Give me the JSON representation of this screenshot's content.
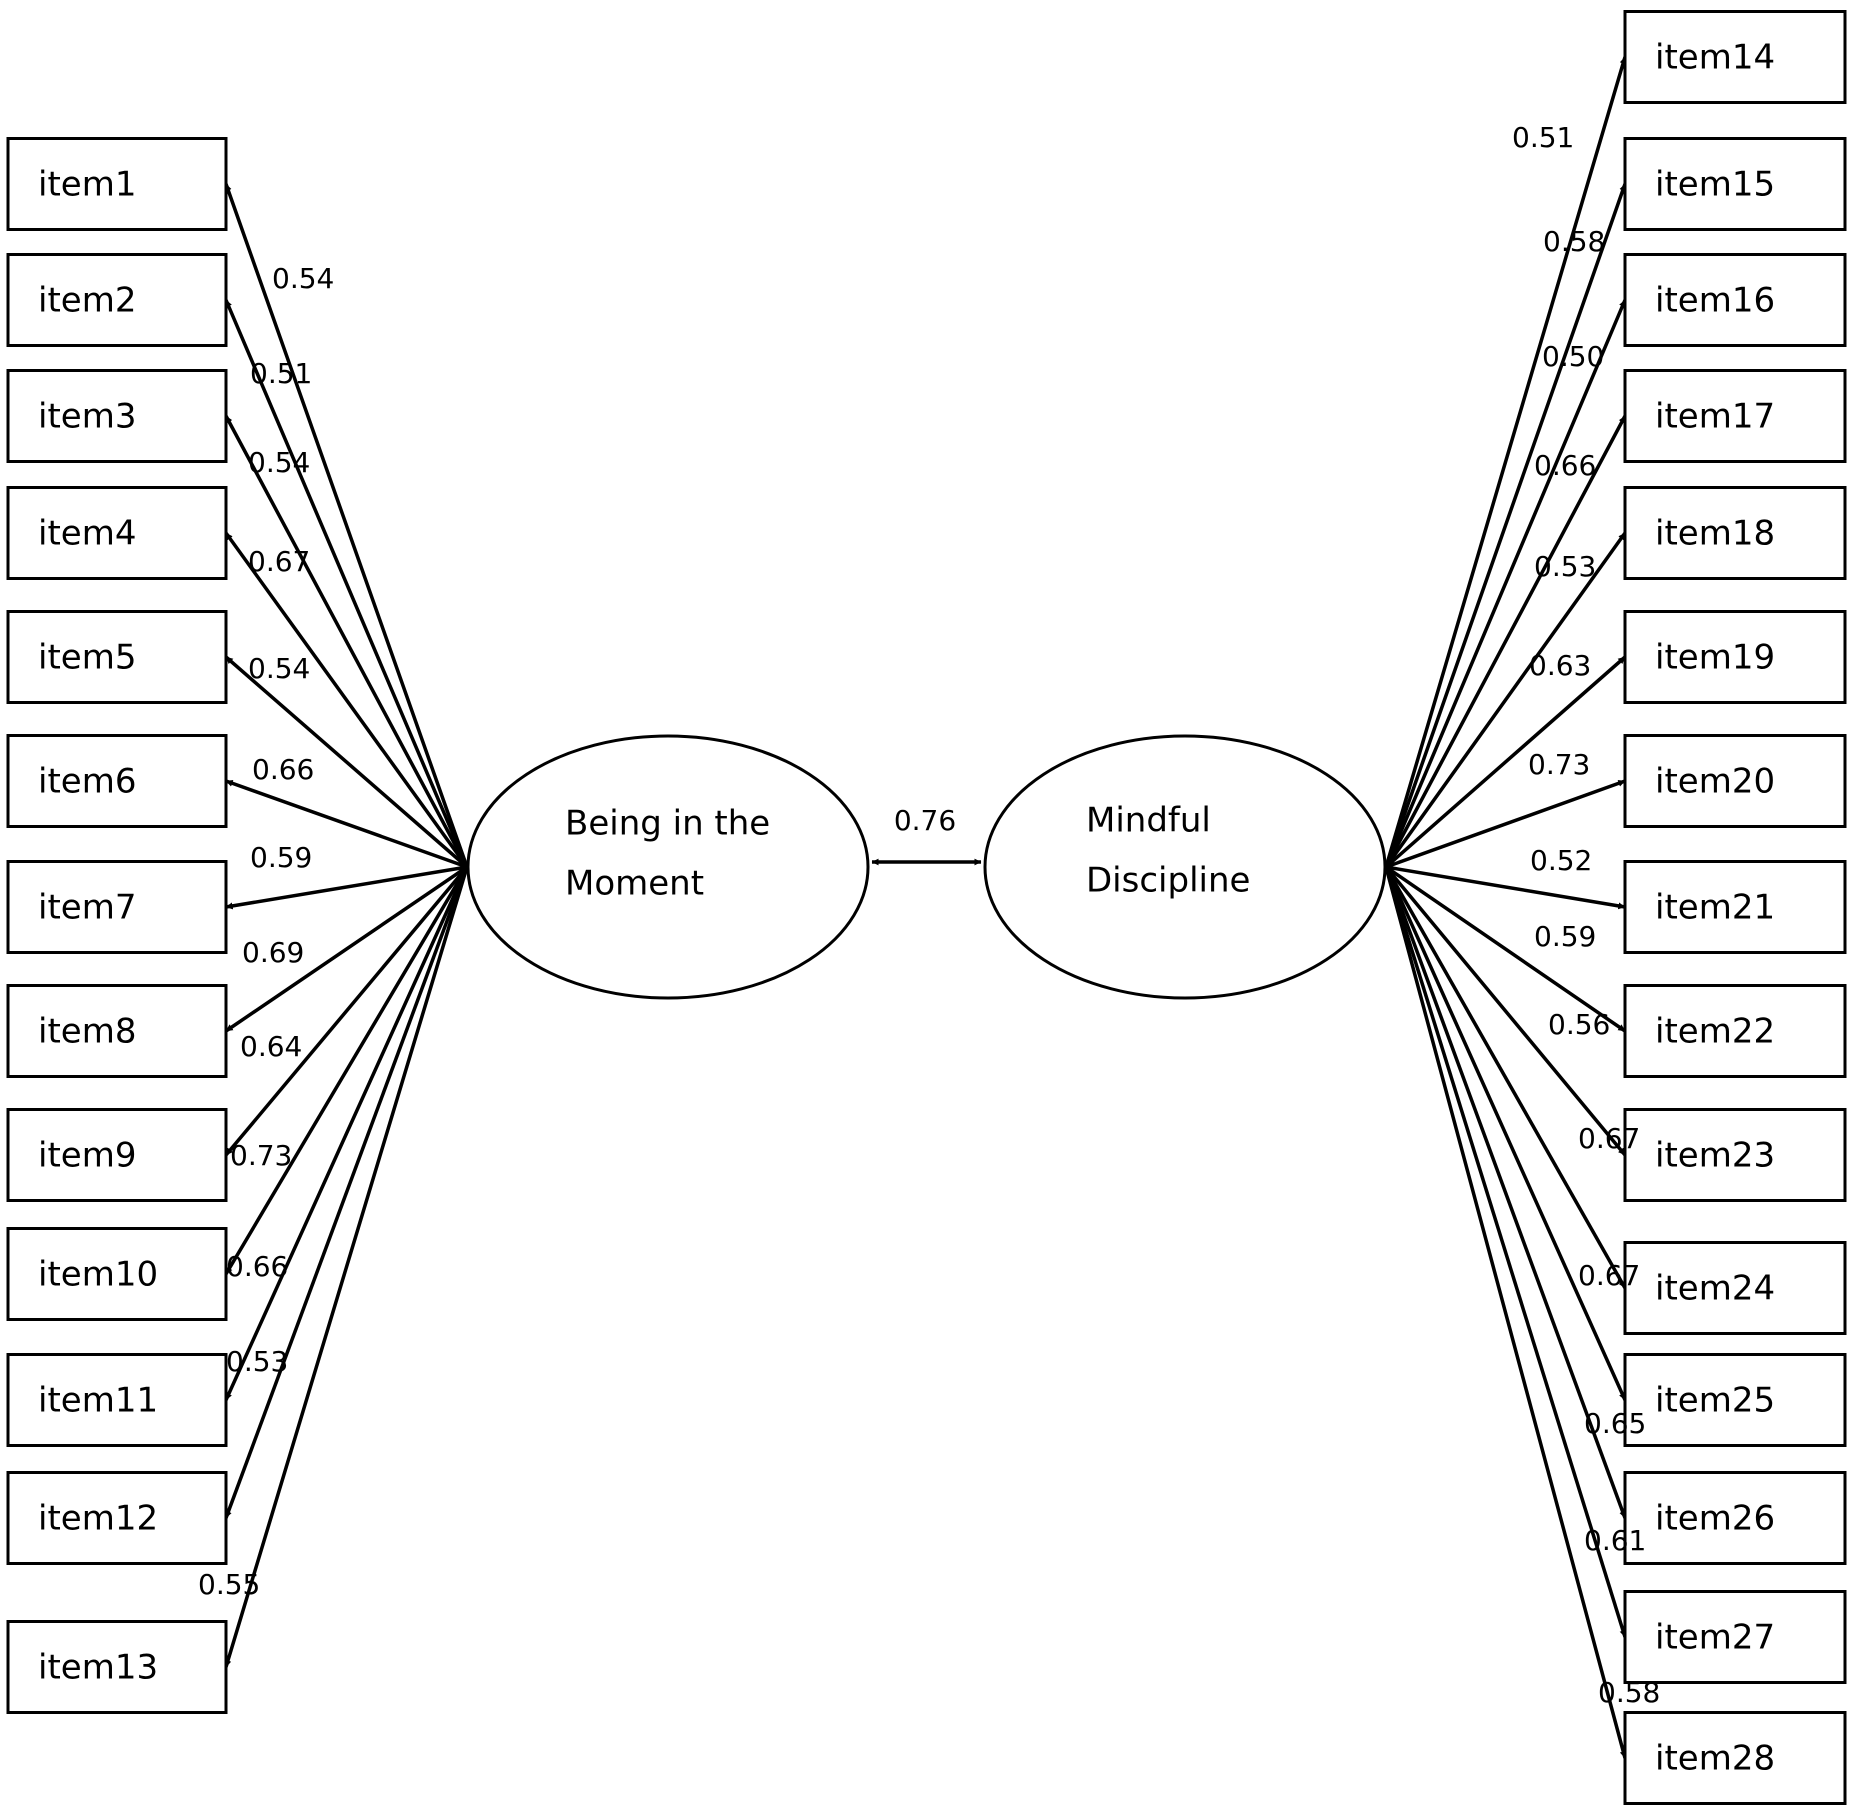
{
  "factors": [
    {
      "id": "F1",
      "label_lines": [
        "Being in the",
        "Moment"
      ]
    },
    {
      "id": "F2",
      "label_lines": [
        "Mindful",
        "Discipline"
      ]
    }
  ],
  "correlation": {
    "from": "F1",
    "to": "F2",
    "value": "0.76"
  },
  "items": [
    {
      "label": "item1",
      "factor": "F1",
      "loading": "0.54"
    },
    {
      "label": "item2",
      "factor": "F1",
      "loading": "0.51"
    },
    {
      "label": "item3",
      "factor": "F1",
      "loading": "0.54"
    },
    {
      "label": "item4",
      "factor": "F1",
      "loading": "0.67"
    },
    {
      "label": "item5",
      "factor": "F1",
      "loading": "0.54"
    },
    {
      "label": "item6",
      "factor": "F1",
      "loading": "0.66"
    },
    {
      "label": "item7",
      "factor": "F1",
      "loading": "0.59"
    },
    {
      "label": "item8",
      "factor": "F1",
      "loading": "0.69"
    },
    {
      "label": "item9",
      "factor": "F1",
      "loading": "0.64"
    },
    {
      "label": "item10",
      "factor": "F1",
      "loading": "0.73"
    },
    {
      "label": "item11",
      "factor": "F1",
      "loading": "0.66"
    },
    {
      "label": "item12",
      "factor": "F1",
      "loading": "0.53"
    },
    {
      "label": "item13",
      "factor": "F1",
      "loading": "0.55"
    },
    {
      "label": "item14",
      "factor": "F2",
      "loading": "0.51"
    },
    {
      "label": "item15",
      "factor": "F2",
      "loading": "0.58"
    },
    {
      "label": "item16",
      "factor": "F2",
      "loading": "0.50"
    },
    {
      "label": "item17",
      "factor": "F2",
      "loading": "0.66"
    },
    {
      "label": "item18",
      "factor": "F2",
      "loading": "0.53"
    },
    {
      "label": "item19",
      "factor": "F2",
      "loading": "0.63"
    },
    {
      "label": "item20",
      "factor": "F2",
      "loading": "0.73"
    },
    {
      "label": "item21",
      "factor": "F2",
      "loading": "0.52"
    },
    {
      "label": "item22",
      "factor": "F2",
      "loading": "0.59"
    },
    {
      "label": "item23",
      "factor": "F2",
      "loading": "0.56"
    },
    {
      "label": "item24",
      "factor": "F2",
      "loading": "0.67"
    },
    {
      "label": "item25",
      "factor": "F2",
      "loading": "0.67"
    },
    {
      "label": "item26",
      "factor": "F2",
      "loading": "0.65"
    },
    {
      "label": "item27",
      "factor": "F2",
      "loading": "0.61"
    },
    {
      "label": "item28",
      "factor": "F2",
      "loading": "0.58"
    }
  ]
}
